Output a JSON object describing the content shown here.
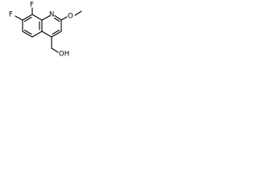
{
  "molecule": {
    "atoms": {
      "fluorine_top": "F",
      "fluorine_left": "F",
      "ring_nitrogen": "N",
      "methoxy_oxygen": "O",
      "hydroxyl_group": "OH"
    },
    "colors": {
      "bond": "#000000",
      "label": "#000000",
      "background": "#ffffff"
    }
  }
}
